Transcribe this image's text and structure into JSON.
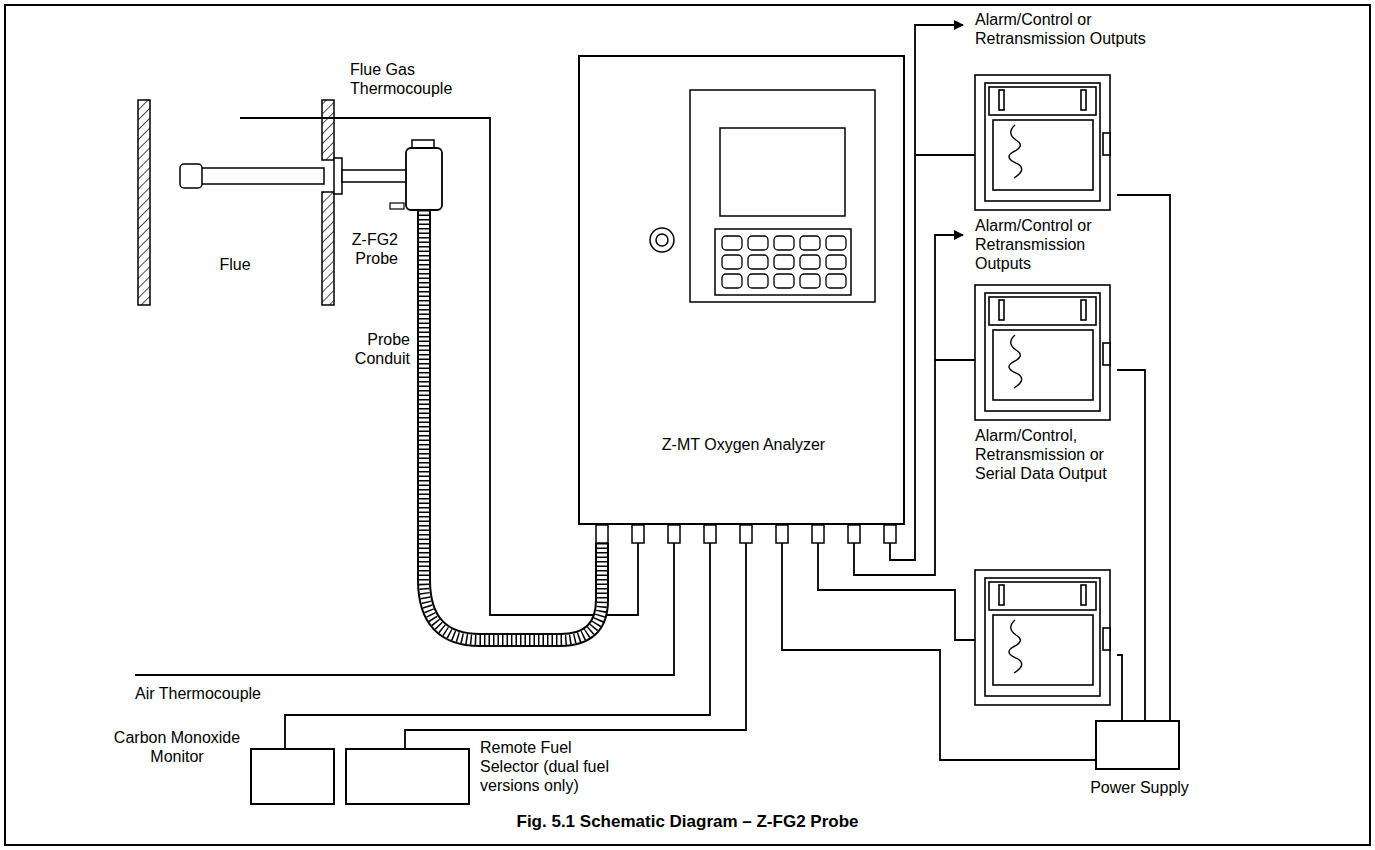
{
  "diagram": {
    "caption": "Fig. 5.1 Schematic Diagram – Z-FG2 Probe",
    "nodes": [
      {
        "text": [
          "Z-MT Oxygen Analyzer"
        ]
      },
      {
        "text": [
          "Carbon Monoxide Monitor"
        ]
      },
      {
        "text": [
          "Remote Fuel Selector (dual fuel versions only)"
        ]
      },
      {
        "text": [
          "Power Supply"
        ]
      }
    ],
    "edges": [
      {
        "from": 0,
        "to": 1,
        "arrow": "none"
      },
      {
        "from": 0,
        "to": 2,
        "arrow": "none"
      },
      {
        "from": 0,
        "to": 3,
        "arrow": "none"
      }
    ],
    "labels": [
      "Flue Gas Thermocouple",
      "Flue",
      "Z-FG2 Probe",
      "Probe Conduit",
      "Air Thermocouple",
      "Alarm/Control or Retransmission Outputs",
      "Alarm/Control or Retransmission Outputs",
      "Alarm/Control, Retransmission or Serial Data Output"
    ]
  }
}
